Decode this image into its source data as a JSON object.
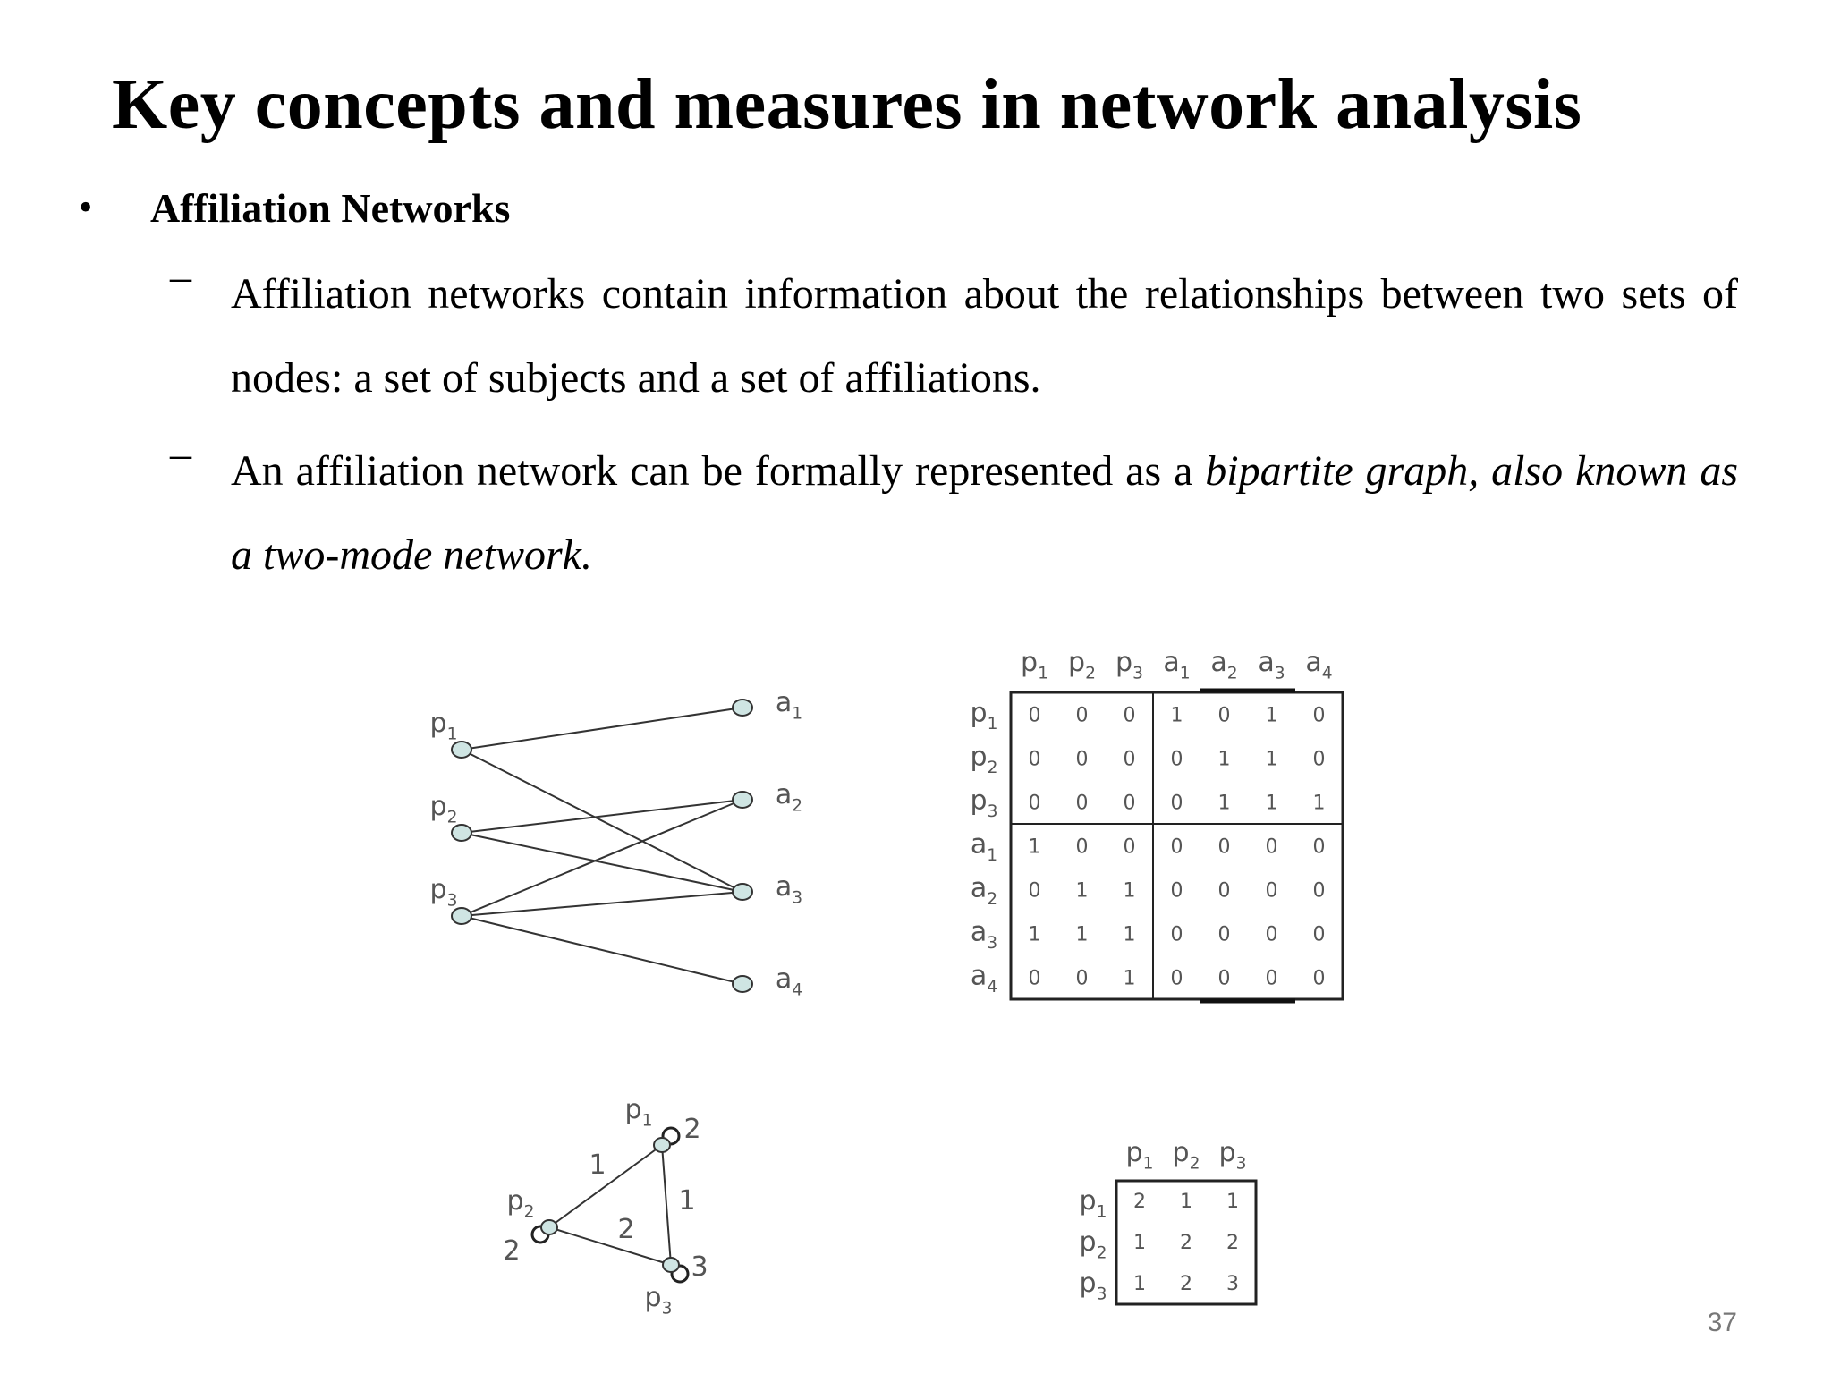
{
  "slide": {
    "title": "Key concepts and measures in network analysis",
    "bullet": "•",
    "heading": "Affiliation Networks",
    "dash": "–",
    "para1": "Affiliation networks contain information about the relationships between two sets of nodes: a set of subjects and a set of affiliations.",
    "para2_normal": "An affiliation network can be formally represented as a ",
    "para2_italic": "bipartite graph, also known as a two-mode network.",
    "page_number": "37"
  },
  "bipartite_graph": {
    "persons": [
      "p1",
      "p2",
      "p3"
    ],
    "affiliations": [
      "a1",
      "a2",
      "a3",
      "a4"
    ],
    "edges": [
      [
        "p1",
        "a1"
      ],
      [
        "p1",
        "a3"
      ],
      [
        "p2",
        "a2"
      ],
      [
        "p2",
        "a3"
      ],
      [
        "p3",
        "a2"
      ],
      [
        "p3",
        "a3"
      ],
      [
        "p3",
        "a4"
      ]
    ]
  },
  "adjacency_matrix": {
    "labels": [
      "p1",
      "p2",
      "p3",
      "a1",
      "a2",
      "a3",
      "a4"
    ],
    "rows": [
      [
        0,
        0,
        0,
        1,
        0,
        1,
        0
      ],
      [
        0,
        0,
        0,
        0,
        1,
        1,
        0
      ],
      [
        0,
        0,
        0,
        0,
        1,
        1,
        1
      ],
      [
        1,
        0,
        0,
        0,
        0,
        0,
        0
      ],
      [
        0,
        1,
        1,
        0,
        0,
        0,
        0
      ],
      [
        1,
        1,
        1,
        0,
        0,
        0,
        0
      ],
      [
        0,
        0,
        1,
        0,
        0,
        0,
        0
      ]
    ]
  },
  "projection_graph": {
    "nodes": [
      "p1",
      "p2",
      "p3"
    ],
    "self_loops": {
      "p1": "2",
      "p2": "2",
      "p3": "3"
    },
    "edges": [
      {
        "from": "p1",
        "to": "p2",
        "weight": "1"
      },
      {
        "from": "p2",
        "to": "p3",
        "weight": "2"
      },
      {
        "from": "p1",
        "to": "p3",
        "weight": "1"
      }
    ]
  },
  "projection_matrix": {
    "labels": [
      "p1",
      "p2",
      "p3"
    ],
    "rows": [
      [
        2,
        1,
        1
      ],
      [
        1,
        2,
        2
      ],
      [
        1,
        2,
        3
      ]
    ]
  }
}
